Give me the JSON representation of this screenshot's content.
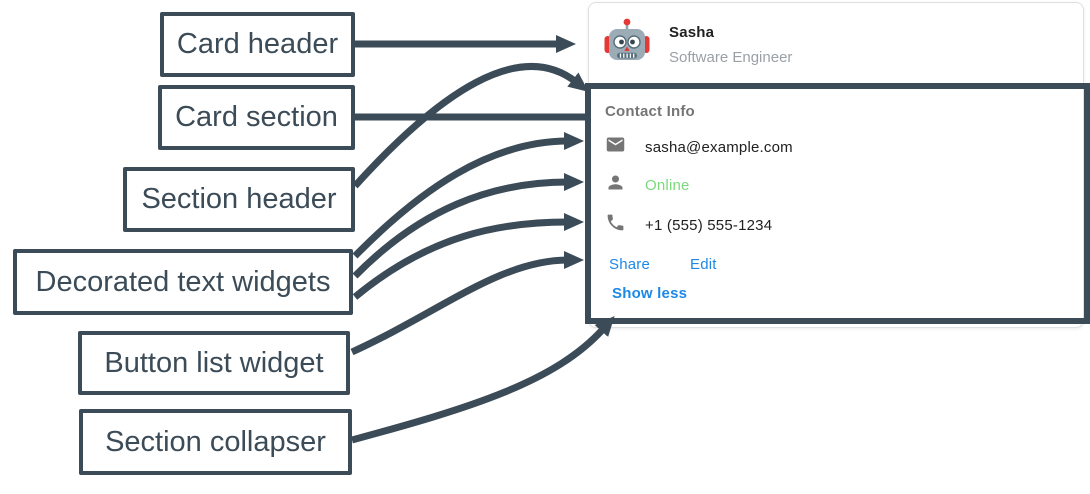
{
  "diagram_labels": {
    "card_header": "Card header",
    "card_section": "Card section",
    "section_header": "Section header",
    "decorated_text": "Decorated text widgets",
    "button_list": "Button list widget",
    "section_collapser": "Section collapser"
  },
  "card": {
    "header": {
      "name": "Sasha",
      "role": "Software Engineer",
      "avatar_icon": "robot-avatar-icon"
    },
    "section": {
      "title": "Contact Info",
      "rows": [
        {
          "icon": "email-icon",
          "text": "sasha@example.com",
          "status": "normal"
        },
        {
          "icon": "person-icon",
          "text": "Online",
          "status": "online"
        },
        {
          "icon": "phone-icon",
          "text": "+1 (555) 555-1234",
          "status": "normal"
        }
      ],
      "buttons": [
        {
          "label": "Share"
        },
        {
          "label": "Edit"
        }
      ],
      "collapser_label": "Show less"
    }
  },
  "colors": {
    "annotation": "#3b4b57",
    "link_blue": "#1e88e5",
    "online_green": "#7cd97c",
    "muted_gray": "#757575",
    "text_dark": "#212121",
    "card_border": "#e0e0e0"
  }
}
